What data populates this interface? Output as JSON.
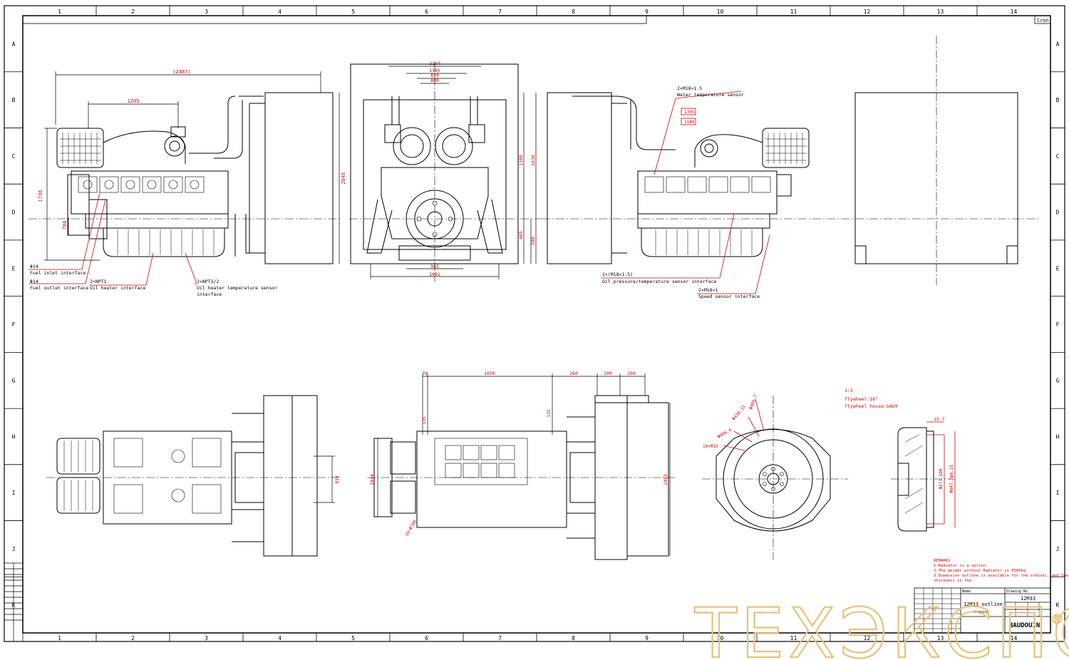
{
  "grid": {
    "columns": [
      "1",
      "2",
      "3",
      "4",
      "5",
      "6",
      "7",
      "8",
      "9",
      "10",
      "11",
      "12",
      "13",
      "14"
    ],
    "rows": [
      "A",
      "B",
      "C",
      "D",
      "E",
      "F",
      "G",
      "H",
      "I",
      "J",
      "K"
    ]
  },
  "corner_tag": "Cron",
  "views": {
    "side_left": {
      "dims": {
        "overall_length": "(2487)",
        "top_span": "1205",
        "height": "1736",
        "frame_height": "2045",
        "lower_offset": "780"
      },
      "callouts": {
        "fuel_inlet_size": "Φ14",
        "fuel_inlet": "Fuel inlet interface",
        "fuel_outlet_size": "Φ14",
        "fuel_outlet": "Fuel outlet interface",
        "oil_heater_size": "2×NPT1",
        "oil_heater": "Oil heater interface",
        "oil_heater_temp_size": "2×NPT1/2",
        "oil_heater_temp_1": "Oil heater temperature sensor",
        "oil_heater_temp_2": "interface"
      }
    },
    "front": {
      "dims": {
        "top_1": "2154",
        "top_2": "1185",
        "top_3": "830",
        "top_4": "800",
        "right_1": "1380",
        "right_2": "1610",
        "right_3": "405",
        "right_4": "580",
        "bottom_1": "995",
        "bottom_2": "1681"
      }
    },
    "side_right": {
      "callouts": {
        "water_temp_size": "2×M18×1.5",
        "water_temp": "Water temperature sensor",
        "box_a": "1305",
        "box_b": "1180",
        "oil_pressure_size": "2×(M18×1.5)",
        "oil_pressure": "Oil pressure/temperature sensor interface",
        "speed_size": "2×M18×1",
        "speed": "Speed sensor interface"
      }
    },
    "top_left": {
      "dims": {
        "width": "934"
      }
    },
    "top_mid": {
      "dims": {
        "a": "70",
        "b": "1650",
        "c": "260",
        "d": "200",
        "e": "200",
        "left": "1444",
        "right": "2483",
        "f": "135",
        "g": "135",
        "hole": "16×Φ780"
      }
    },
    "flywheel": {
      "dims": {
        "a": "Φ406.4",
        "b": "Φ438.15",
        "c": "Φ466.7",
        "d": "16×M12"
      },
      "notes": {
        "scale": "1:5",
        "flywheel": "flywheel:18\"",
        "housing": "flywheel house:SAE0"
      }
    },
    "flywheel_side": {
      "dims": {
        "top": "15.7",
        "a": "Φ571.500",
        "b": "Φ647.7φ0.15"
      }
    }
  },
  "notes": {
    "title": "REMARKS",
    "lines": [
      "1.Radiator is a option.",
      "2.The weight without Radiator is 5500kg.",
      "3.Dimension outline is available for the ordinal, and the",
      "   thickness is the."
    ]
  },
  "title_block": {
    "drawing_no_label": "Drawing No.",
    "drawing_no": "12M33",
    "name_label": "Name",
    "name": "12M33 outline",
    "name_sub": "drawing",
    "company": "BAUDOUIN"
  },
  "watermark": {
    "text": "ТЕХЭКСПО",
    "mark": "®"
  }
}
